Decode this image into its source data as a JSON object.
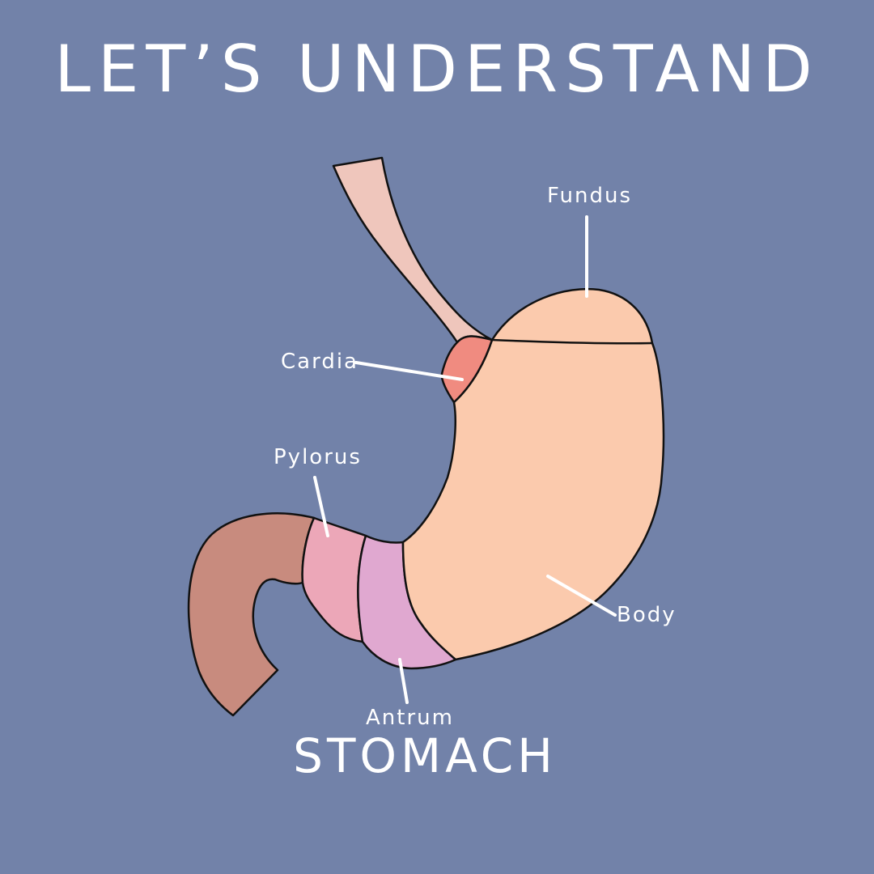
{
  "title": "LET’S UNDERSTAND",
  "subtitle": "STOMACH",
  "colors": {
    "background": "#7282a9",
    "esophagus": "#efc6bc",
    "cardia": "#f08b80",
    "fundus_body": "#fbcaad",
    "antrum": "#e0a8d0",
    "pylorus": "#eca7b8",
    "duodenum": "#c88b7e",
    "outline": "#111111",
    "text": "#ffffff"
  },
  "labels": {
    "fundus": "Fundus",
    "cardia": "Cardia",
    "pylorus": "Pylorus",
    "body": "Body",
    "antrum": "Antrum"
  }
}
